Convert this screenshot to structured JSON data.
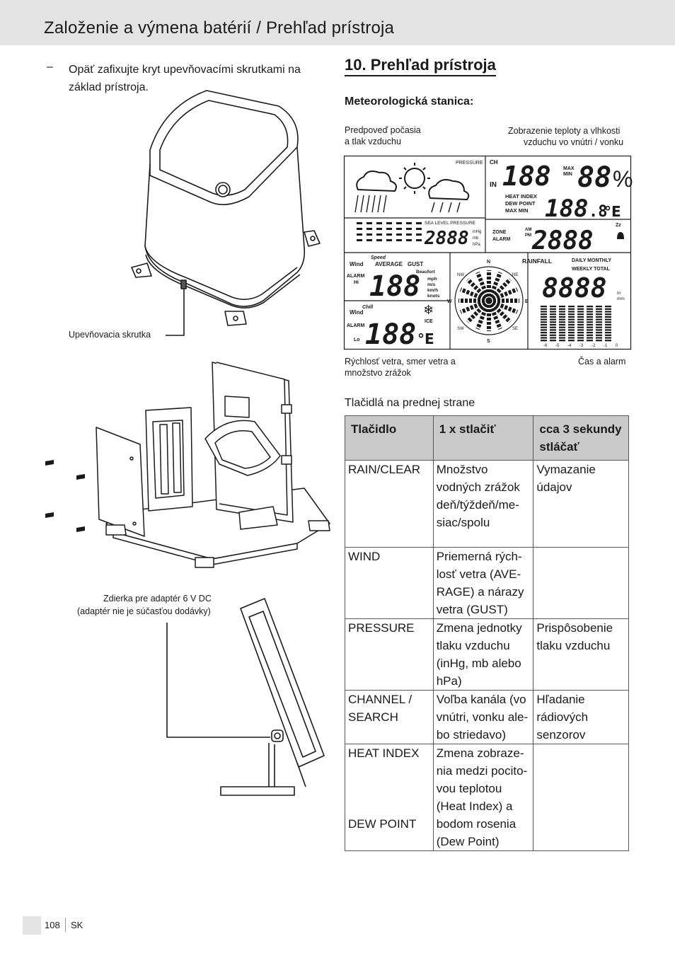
{
  "header": {
    "title": "Založenie a výmena batérií / Prehľad prístroja"
  },
  "left": {
    "step_dash": "–",
    "step_text": "Opäť zafixujte kryt upevňovacími skrutkami na základ prístroja.",
    "screw_label": "Upevňovacia skrutka",
    "adapter_label_1": "Zdierka pre adaptér 6 V DC",
    "adapter_label_2": "(adaptér nie je súčasťou dodávky)"
  },
  "right": {
    "section_title": "10. Prehľad prístroja",
    "sub_title": "Meteorologická stanica:",
    "label_forecast_1": "Predpoveď počasia",
    "label_forecast_2": "a tlak vzduchu",
    "label_temp_1": "Zobrazenie teploty a vlhkosti",
    "label_temp_2": "vzduchu vo vnútri / vonku",
    "label_wind_1": "Rýchlosť vetra, smer vetra a",
    "label_wind_2": "množstvo zrážok",
    "label_time": "Čas a alarm",
    "table_caption": "Tlačidlá na prednej strane"
  },
  "display": {
    "pressure": "PRESSURE",
    "sea_level": "SEA LEVEL PRESSURE",
    "ch": "CH",
    "in": "IN",
    "max": "MAX",
    "min": "MIN",
    "heat_index": "HEAT INDEX",
    "dew_point": "DEW POINT",
    "max_min": "MAX MIN",
    "zone": "ZONE",
    "alarm": "ALARM",
    "am": "AM",
    "pm": "PM",
    "zz": "Zz",
    "speed": "Speed",
    "wind": "Wind",
    "average": "AVERAGE",
    "gust": "GUST",
    "beaufort": "Beaufort",
    "mph": "mph",
    "ms": "m/s",
    "kmh": "km/h",
    "knots": "knots",
    "hi": "Hi",
    "lo": "Lo",
    "chill": "Chill",
    "ice": "ICE",
    "rainfall": "RAINFALL",
    "daily_monthly": "DAILY MONTHLY",
    "weekly_total": "WEEKLY TOTAL",
    "in_unit": "in",
    "mm_unit": "mm",
    "inhg": "inHg",
    "mb": "mb",
    "hpa": "hPa",
    "seg_temp": "188",
    "seg_temp_dec": ".8",
    "seg_hum": "88",
    "seg_hi": "188",
    "seg_press": "2888",
    "seg_time": "2888",
    "seg_wind": "188",
    "seg_chill": "188",
    "seg_rain": "8888",
    "deg_e": "°E",
    "pct": "%",
    "compass_n": "N",
    "compass_s": "S",
    "compass_e": "E",
    "compass_w": "W",
    "compass_ne": "NE",
    "compass_nw": "NW",
    "compass_se": "SE",
    "compass_sw": "SW",
    "rain_axis": [
      "-6",
      "-5",
      "-4",
      "-3",
      "-2",
      "-1",
      "0"
    ]
  },
  "table": {
    "headers": [
      "Tlačidlo",
      "1 x stlačiť",
      "cca 3 sekundy stláčať"
    ],
    "rows": [
      {
        "button": [
          "RAIN/CLEAR"
        ],
        "press": [
          "Množstvo",
          "vodných zrážok",
          "deň/týždeň/me-",
          "siac/spolu"
        ],
        "hold": [
          "Vymazanie",
          "údajov"
        ]
      },
      {
        "button": [
          "WIND"
        ],
        "press": [
          "Priemerná rých-",
          "losť vetra (AVE-",
          "RAGE) a nárazy",
          "vetra (GUST)"
        ],
        "hold": []
      },
      {
        "button": [
          "PRESSURE"
        ],
        "press": [
          "Zmena jednotky",
          "tlaku vzduchu",
          "(inHg, mb alebo",
          "hPa)"
        ],
        "hold": [
          "Prispôsobenie",
          "tlaku vzduchu"
        ]
      },
      {
        "button": [
          "CHANNEL /",
          "SEARCH"
        ],
        "press": [
          "Voľba kanála (vo",
          "vnútri, vonku ale-",
          "bo striedavo)"
        ],
        "hold": [
          "Hľadanie",
          "rádiových",
          "senzorov"
        ]
      },
      {
        "button": [
          "HEAT INDEX",
          "",
          "",
          "",
          "DEW POINT"
        ],
        "press": [
          "Zmena zobraze-",
          "nia medzi pocito-",
          "vou teplotou",
          "(Heat Index) a",
          "bodom rosenia",
          "(Dew Point)"
        ],
        "hold": []
      }
    ]
  },
  "footer": {
    "page": "108",
    "lang": "SK"
  }
}
